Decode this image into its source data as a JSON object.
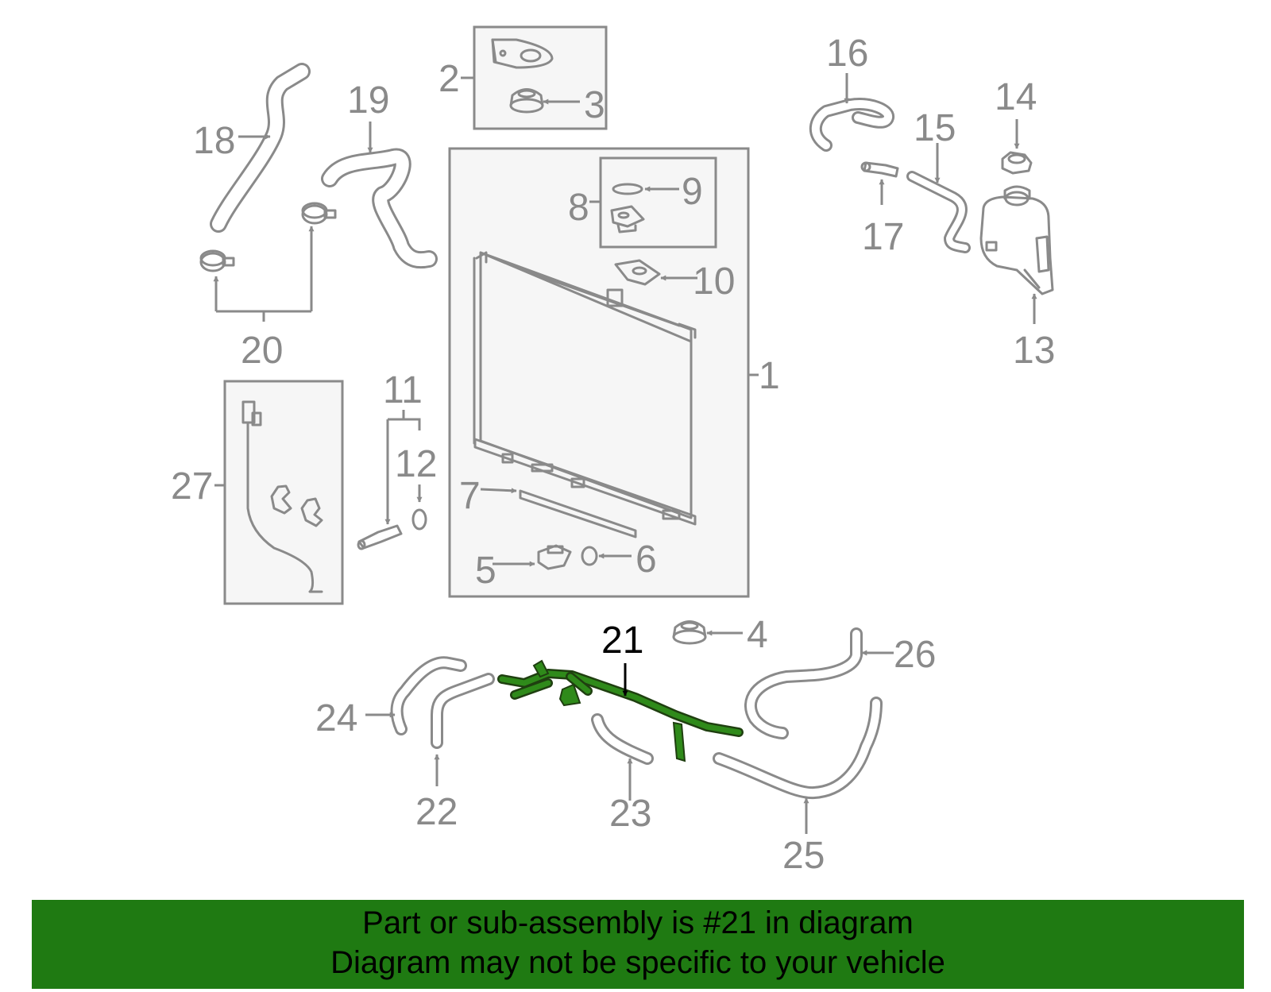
{
  "diagram": {
    "highlight_color": "#1f7a12",
    "highlighted_part": "21",
    "labels": {
      "p1": "1",
      "p2": "2",
      "p3": "3",
      "p4": "4",
      "p5": "5",
      "p6": "6",
      "p7": "7",
      "p8": "8",
      "p9": "9",
      "p10": "10",
      "p11": "11",
      "p12": "12",
      "p13": "13",
      "p14": "14",
      "p15": "15",
      "p16": "16",
      "p17": "17",
      "p18": "18",
      "p19": "19",
      "p20": "20",
      "p21": "21",
      "p22": "22",
      "p23": "23",
      "p24": "24",
      "p25": "25",
      "p26": "26",
      "p27": "27"
    }
  },
  "footer": {
    "line1": "Part or sub-assembly is #21 in diagram",
    "line2": "Diagram may not be specific to your vehicle",
    "background": "#1f7a12"
  }
}
